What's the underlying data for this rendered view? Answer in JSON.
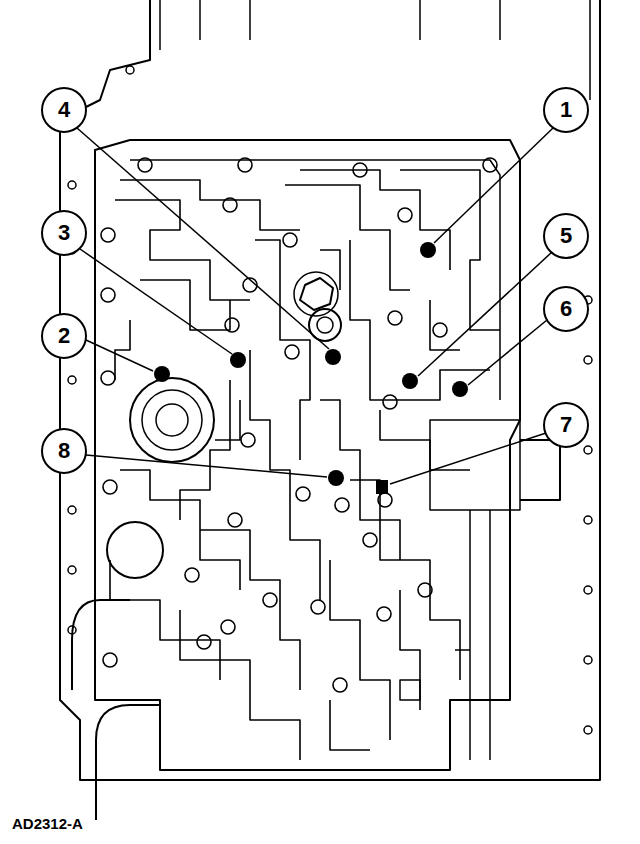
{
  "diagram": {
    "labels": [
      "4",
      "1",
      "3",
      "5",
      "2",
      "6",
      "8",
      "7",
      "AD2312-A"
    ]
  }
}
